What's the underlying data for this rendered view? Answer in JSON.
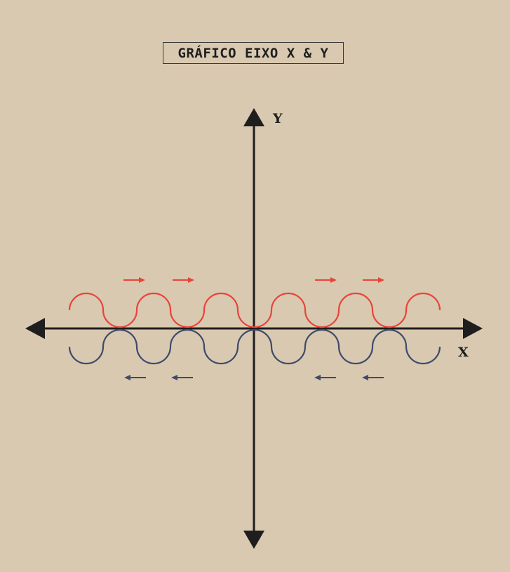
{
  "title": "GRÁFICO EIXO X & Y",
  "axes": {
    "x_label": "X",
    "y_label": "Y"
  },
  "colors": {
    "background": "#d9c9b0",
    "axis": "#1e1e1e",
    "upper_wave": "#e8443a",
    "lower_wave": "#3d4a6b"
  },
  "waves": {
    "upper": {
      "direction": "right",
      "arrow_count": 4
    },
    "lower": {
      "direction": "left",
      "arrow_count": 4
    }
  }
}
